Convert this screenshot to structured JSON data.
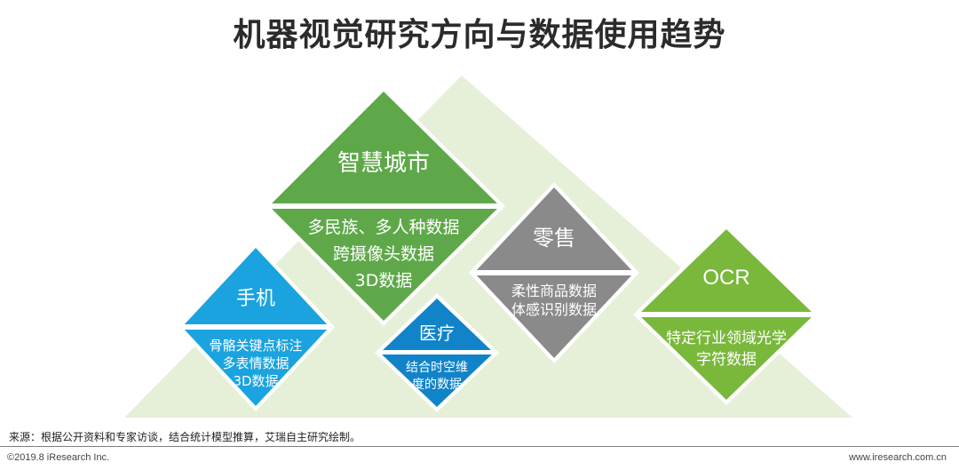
{
  "title": "机器视觉研究方向与数据使用趋势",
  "colors": {
    "background_triangle": "#e6f0d8",
    "green": "#5fa84a",
    "green_light": "#79b83b",
    "blue": "#1aa3df",
    "blue_dark": "#1183c8",
    "gray": "#8a8a8a"
  },
  "nodes": {
    "smart_city": {
      "label": "智慧城市",
      "lines": [
        "多民族、多人种数据",
        "跨摄像头数据",
        "3D数据"
      ]
    },
    "retail": {
      "label": "零售",
      "lines": [
        "柔性商品数据",
        "体感识别数据"
      ]
    },
    "mobile": {
      "label": "手机",
      "lines": [
        "骨骼关键点标注",
        "多表情数据",
        "3D数据"
      ]
    },
    "medical": {
      "label": "医疗",
      "lines": [
        "结合时空维",
        "度的数据"
      ]
    },
    "ocr": {
      "label": "OCR",
      "lines": [
        "特定行业领域光学",
        "字符数据"
      ]
    }
  },
  "footer": {
    "source": "来源：根据公开资料和专家访谈，结合统计模型推算，艾瑞自主研究绘制。",
    "copyright": "©2019.8 iResearch Inc.",
    "website": "www.iresearch.com.cn"
  }
}
